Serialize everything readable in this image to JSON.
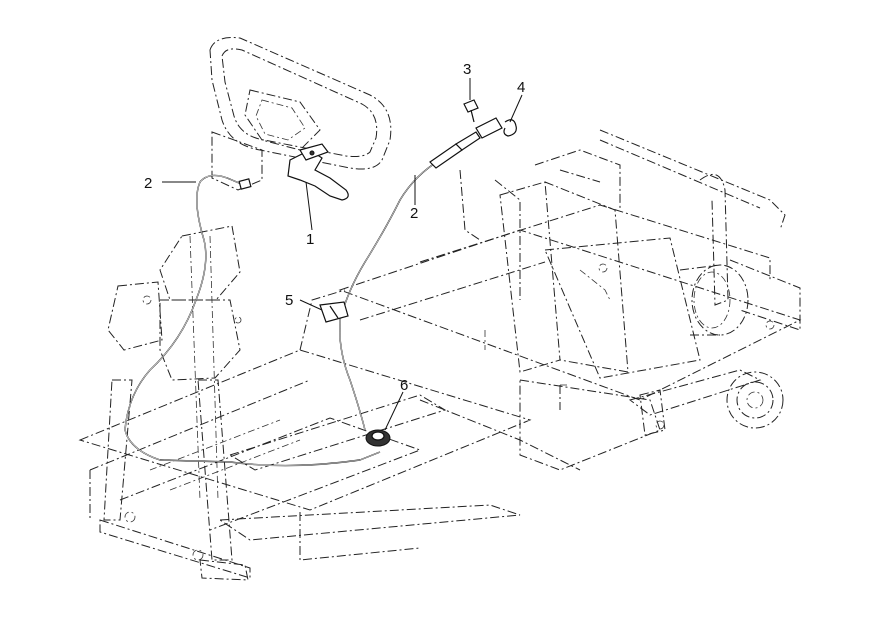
{
  "callouts": [
    {
      "id": "1",
      "label": "1"
    },
    {
      "id": "2a",
      "label": "2"
    },
    {
      "id": "2b",
      "label": "2"
    },
    {
      "id": "3",
      "label": "3"
    },
    {
      "id": "4",
      "label": "4"
    },
    {
      "id": "5",
      "label": "5"
    },
    {
      "id": "6",
      "label": "6"
    }
  ],
  "colors": {
    "line": "#111111",
    "background": "#ffffff"
  }
}
